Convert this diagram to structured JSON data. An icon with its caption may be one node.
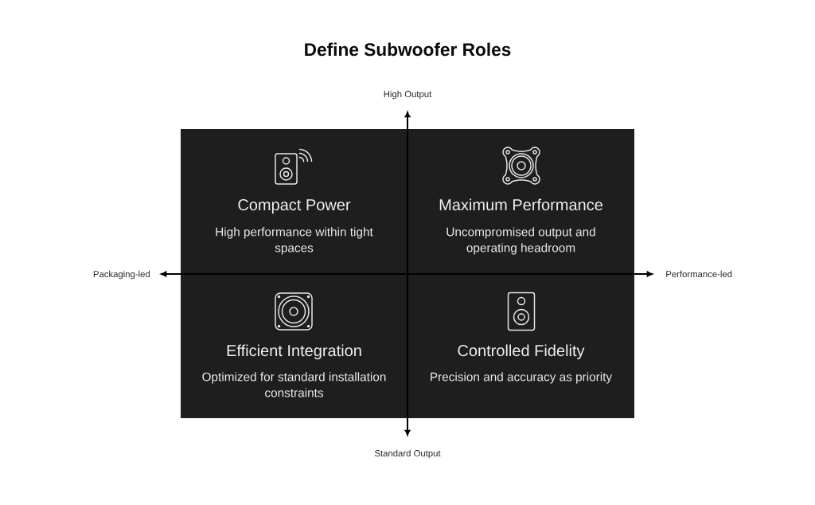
{
  "diagram": {
    "title": "Define Subwoofer Roles",
    "nodes": [
      {
        "text": [
          "Compact Power",
          "High performance within tight spaces"
        ]
      },
      {
        "text": [
          "Maximum Performance",
          "Uncompromised output and operating headroom"
        ]
      },
      {
        "text": [
          "Efficient Integration",
          "Optimized for standard installation constraints"
        ]
      },
      {
        "text": [
          "Controlled Fidelity",
          "Precision and accuracy as priority"
        ]
      }
    ],
    "labels": [
      "High Output",
      "Packaging-led",
      "Performance-led",
      "Standard Output"
    ]
  }
}
